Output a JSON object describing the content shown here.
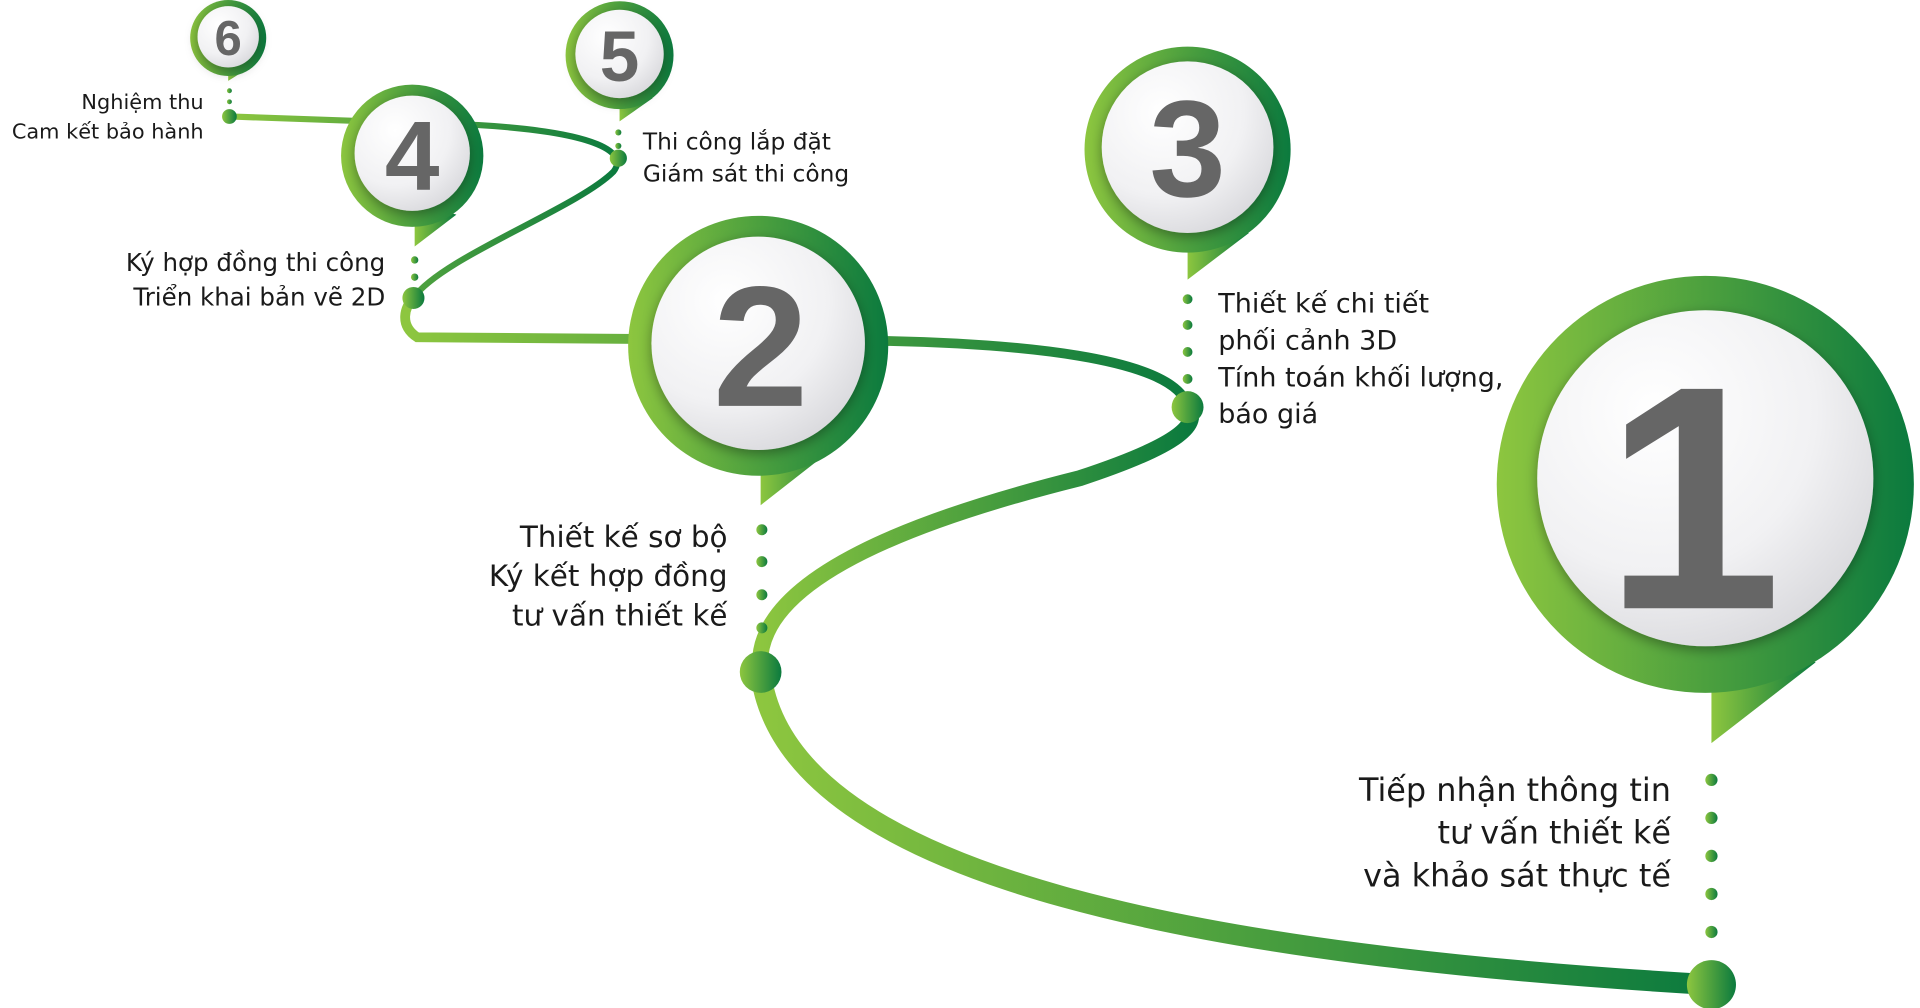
{
  "colors": {
    "green_light": "#8dc63f",
    "green_dark": "#0b7a3e",
    "number": "#666666"
  },
  "steps": [
    {
      "number": "1",
      "lines": [
        "Tiếp nhận thông tin",
        "tư vấn thiết kế",
        "và khảo sát thực tế"
      ]
    },
    {
      "number": "2",
      "lines": [
        "Thiết kế sơ bộ",
        "Ký kết hợp đồng",
        "tư vấn thiết kế"
      ]
    },
    {
      "number": "3",
      "lines": [
        "Thiết kế chi tiết",
        "phối cảnh 3D",
        "Tính toán khối lượng,",
        "báo giá"
      ]
    },
    {
      "number": "4",
      "lines": [
        "Ký hợp đồng thi công",
        "Triển khai bản vẽ 2D"
      ]
    },
    {
      "number": "5",
      "lines": [
        "Thi công lắp đặt",
        "Giám sát thi công"
      ]
    },
    {
      "number": "6",
      "lines": [
        "Nghiệm thu",
        "Cam kết bảo hành"
      ]
    }
  ]
}
